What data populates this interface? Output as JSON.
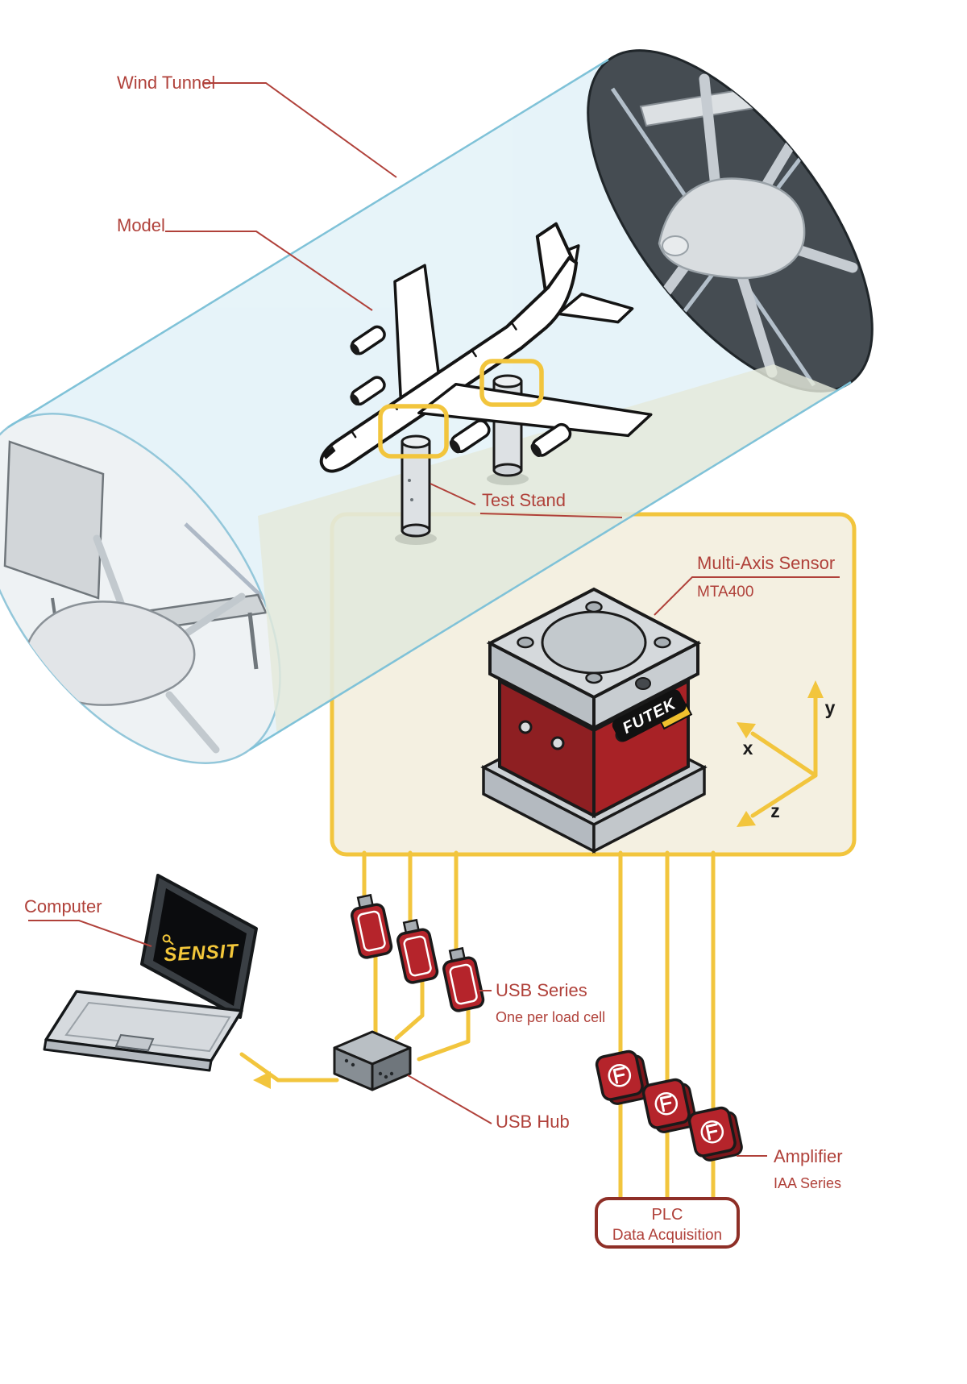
{
  "colors": {
    "label_red": "#b0413a",
    "plc_border_red": "#8e2f27",
    "wire_yellow": "#f2c53d",
    "panel_bg": "#f4f0e1",
    "tunnel_blue": "#cfe9f4",
    "tunnel_edge_blue": "#7fc2d8",
    "device_red": "#b5242b",
    "futek_body_red": "#a32125",
    "sensit_yellow": "#f3c73a",
    "floor_green": "#e4e9da",
    "dark_outline": "#1a1a1a"
  },
  "diagram": {
    "labels": {
      "wind_tunnel": "Wind Tunnel",
      "model": "Model",
      "test_stand": "Test Stand",
      "multi_axis_sensor": "Multi-Axis Sensor",
      "sensor_model": "MTA400",
      "computer": "Computer",
      "usb_series": "USB Series",
      "usb_series_note": "One per load cell",
      "usb_hub": "USB Hub",
      "amplifier": "Amplifier",
      "amplifier_note": "IAA Series",
      "plc_title": "PLC",
      "plc_subtitle": "Data Acquisition"
    },
    "axes": {
      "x": "x",
      "y": "y",
      "z": "z"
    },
    "brands": {
      "sensor_logo": "FUTEK",
      "laptop_logo": "SENSIT"
    }
  }
}
